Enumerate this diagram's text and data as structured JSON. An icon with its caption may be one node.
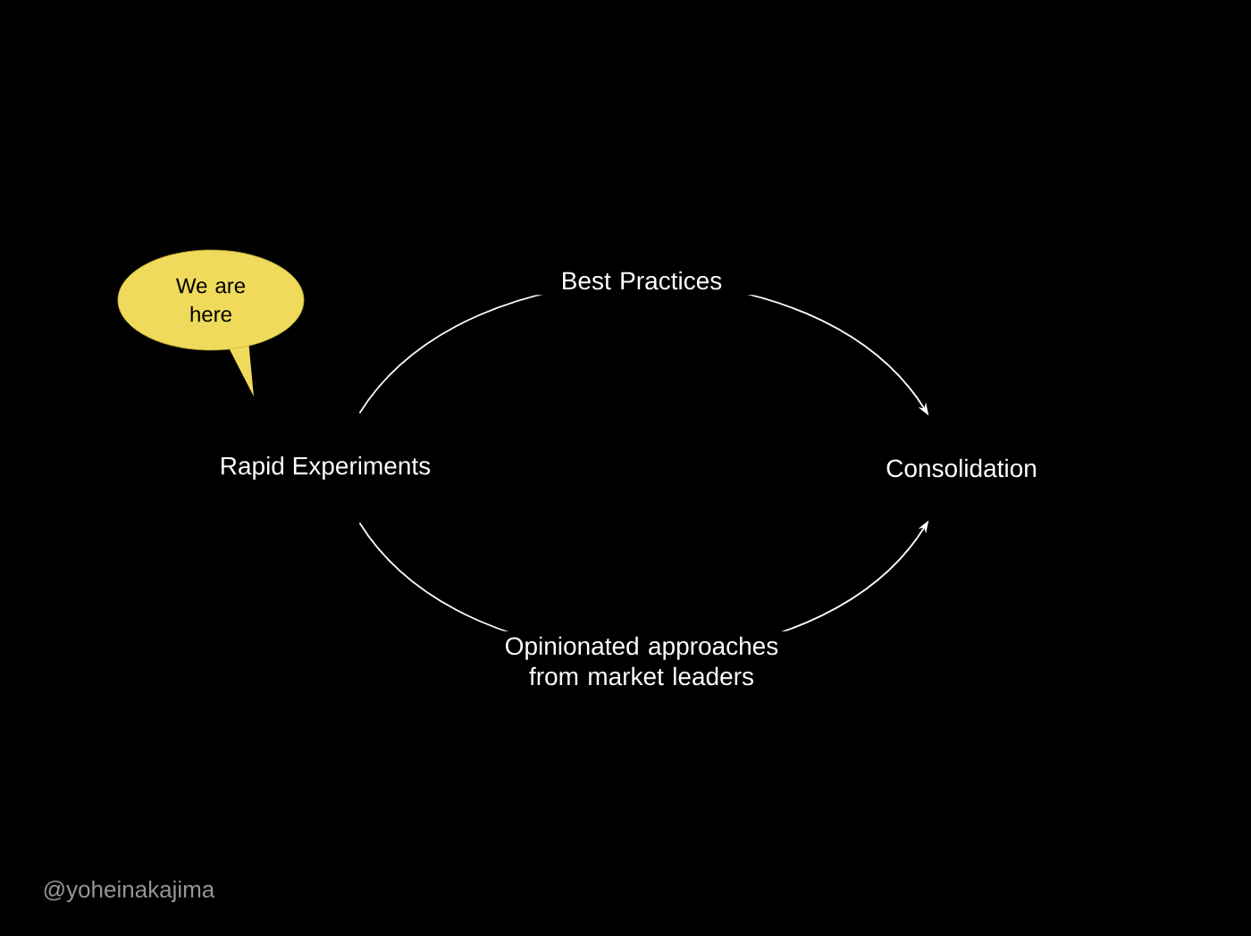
{
  "diagram": {
    "nodes": [
      {
        "text": [
          "We are here"
        ]
      },
      {
        "text": [
          "Rapid Experiments"
        ]
      },
      {
        "text": [
          "Consolidation"
        ]
      }
    ],
    "edges": [
      {
        "from": 1,
        "to": 2,
        "arrow": "to",
        "label": "Best Practices"
      },
      {
        "from": 1,
        "to": 2,
        "arrow": "to",
        "label": "Opinionated approaches from market leaders"
      }
    ],
    "labels": [
      "@yoheinakajima"
    ]
  }
}
